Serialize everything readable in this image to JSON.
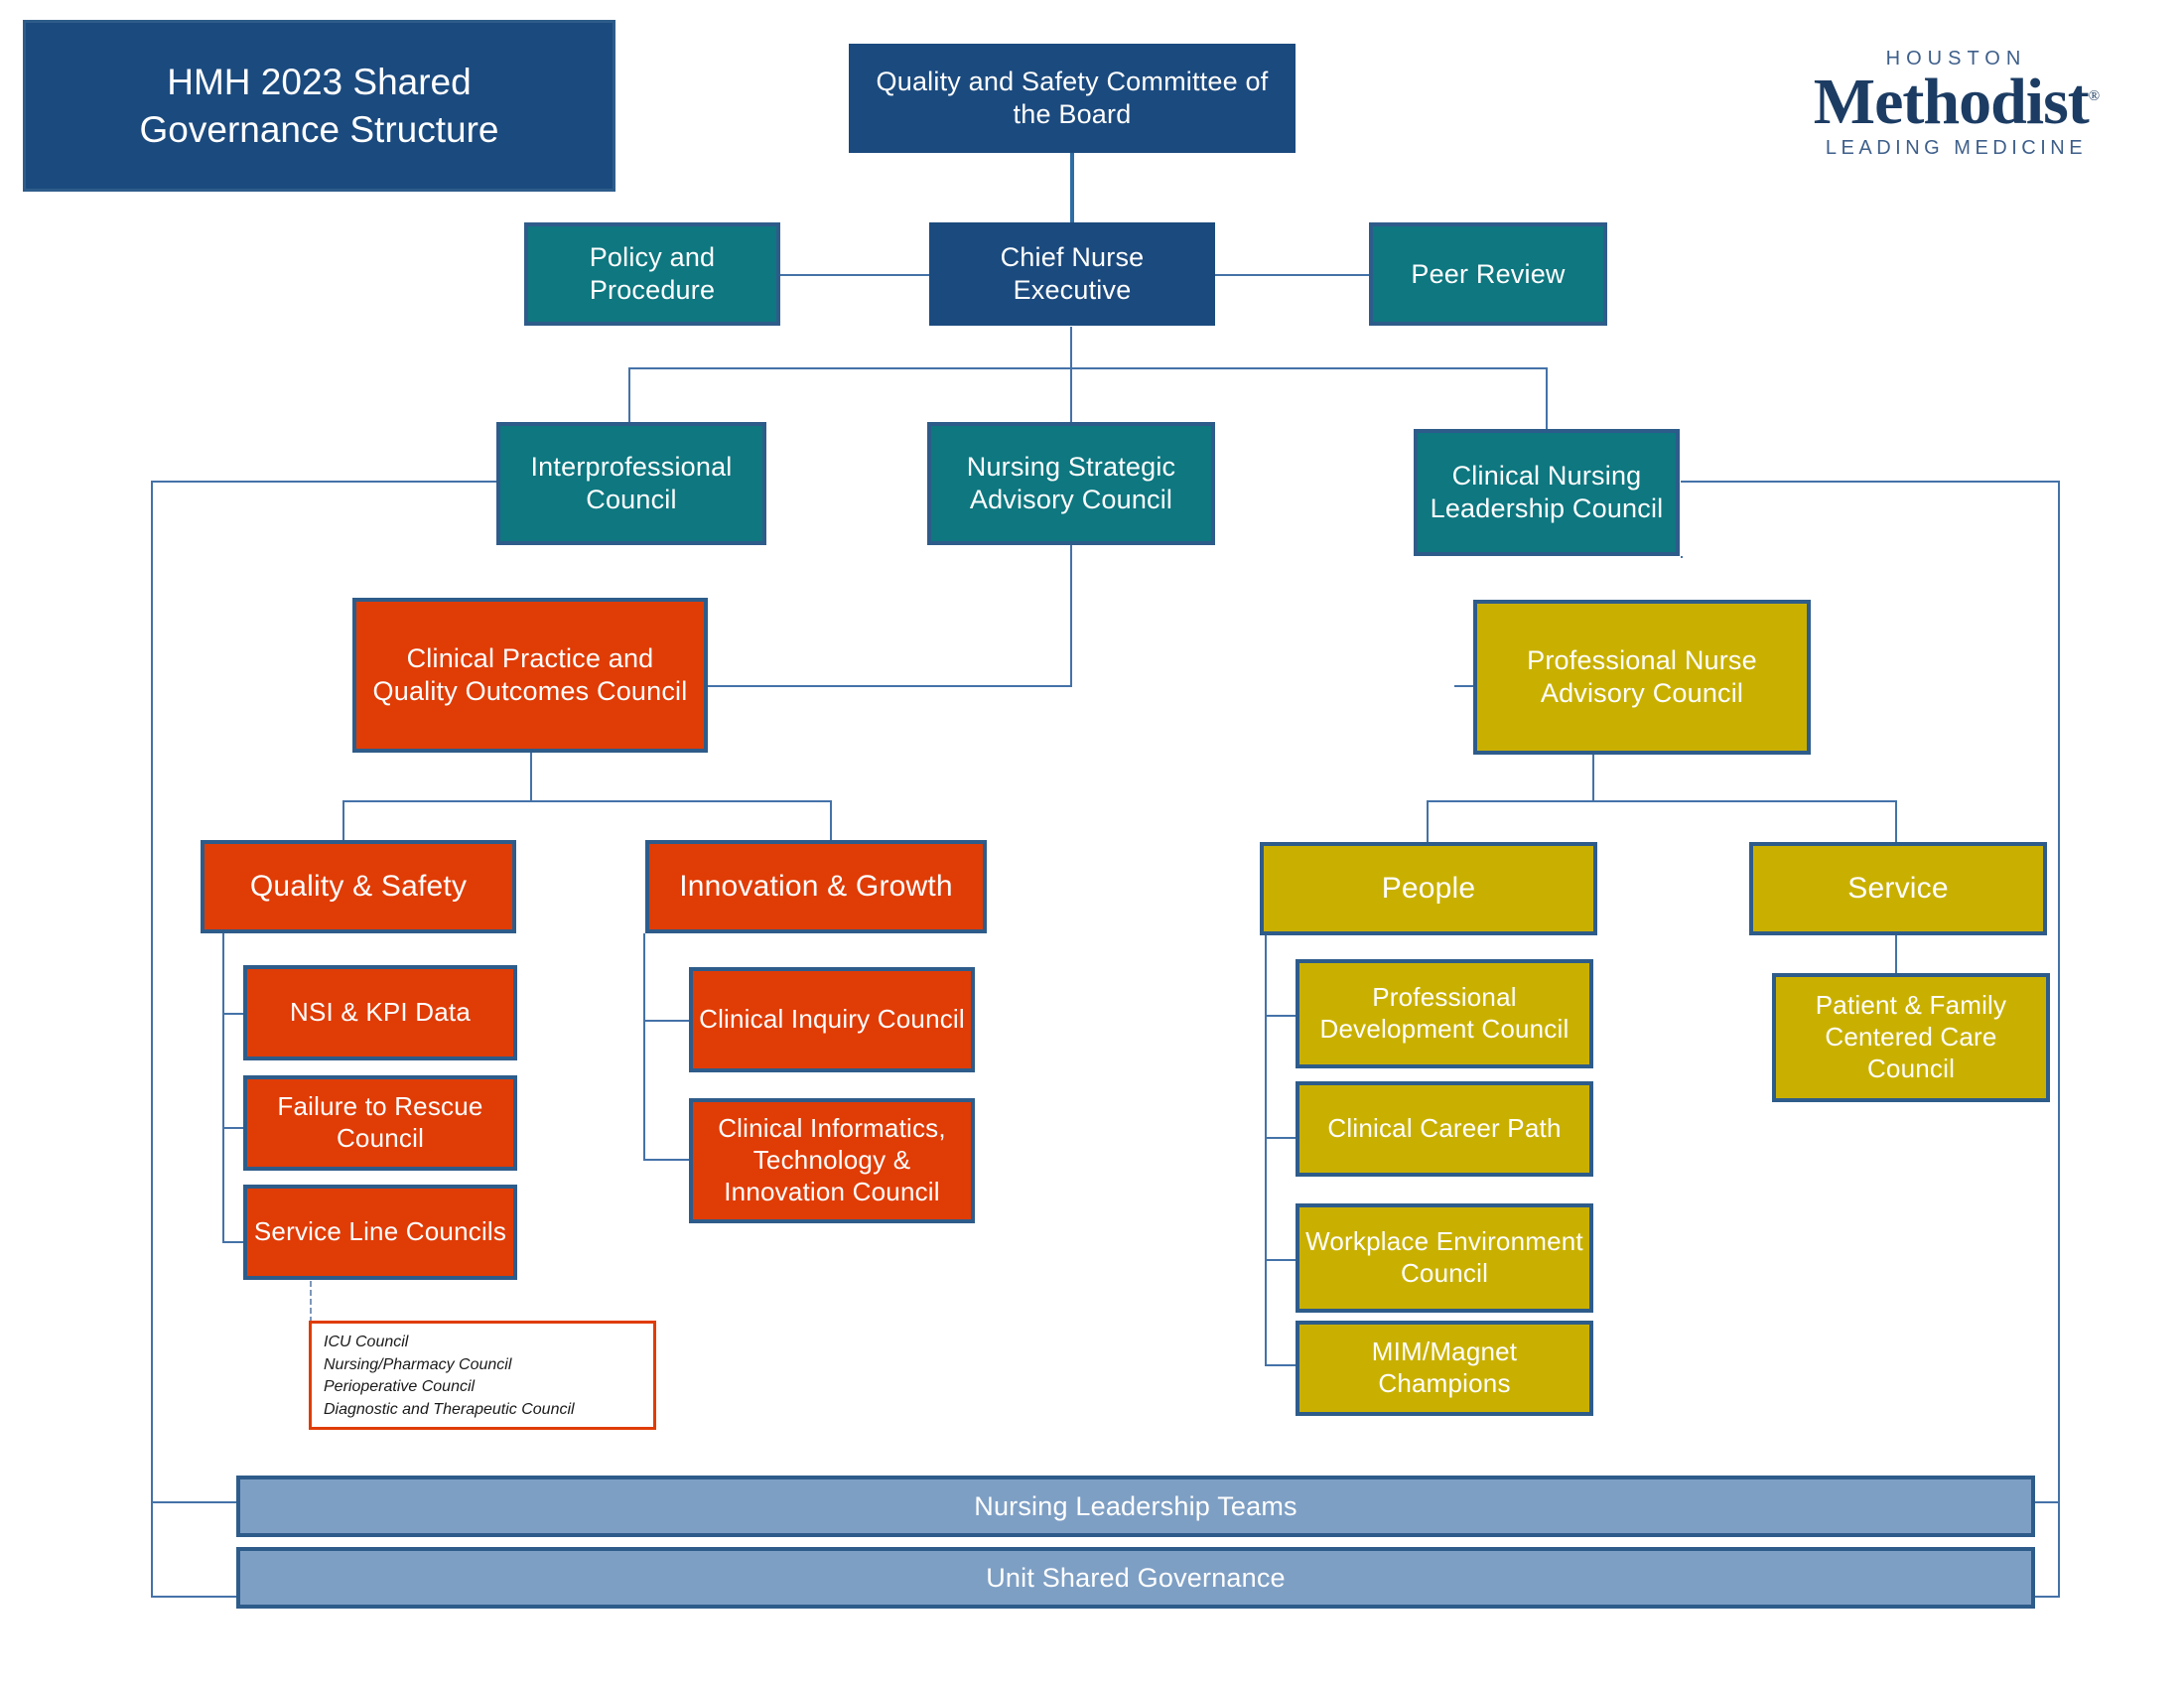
{
  "title": {
    "line1": "HMH 2023 Shared",
    "line2": "Governance Structure"
  },
  "logo": {
    "top": "HOUSTON",
    "main": "Methodist",
    "registered": "®",
    "tagline": "LEADING MEDICINE"
  },
  "nodes": {
    "board": "Quality and Safety Committee of the Board",
    "policy": "Policy and Procedure",
    "cne": "Chief Nurse Executive",
    "peer_review": "Peer Review",
    "interprofessional": "Interprofessional Council",
    "nsac": "Nursing Strategic Advisory Council",
    "cnlc": "Clinical Nursing Leadership Council",
    "cpqoc": "Clinical Practice and Quality Outcomes Council",
    "pnac": "Professional Nurse Advisory Council",
    "quality_safety": "Quality & Safety",
    "innovation_growth": "Innovation & Growth",
    "people": "People",
    "service": "Service",
    "nsi_kpi": "NSI & KPI Data",
    "failure_rescue": "Failure to Rescue Council",
    "service_line": "Service Line Councils",
    "clinical_inquiry": "Clinical Inquiry Council",
    "clinical_informatics": "Clinical Informatics, Technology & Innovation Council",
    "professional_development": "Professional Development Council",
    "clinical_career_path": "Clinical Career Path",
    "workplace_environment": "Workplace Environment Council",
    "mim_magnet": "MIM/Magnet Champions",
    "patient_family": "Patient & Family Centered Care Council",
    "nursing_leadership_teams": "Nursing Leadership Teams",
    "unit_shared_governance": "Unit Shared Governance"
  },
  "service_line_list": [
    "ICU Council",
    "Nursing/Pharmacy Council",
    "Perioperative Council",
    "Diagnostic and Therapeutic Council"
  ],
  "colors": {
    "navy": "#1B4A7E",
    "teal": "#0E7780",
    "orange": "#E03C06",
    "gold": "#C9B000",
    "steel": "#7E9FC4",
    "border": "#2E5C8A",
    "connector": "#4472A8"
  }
}
